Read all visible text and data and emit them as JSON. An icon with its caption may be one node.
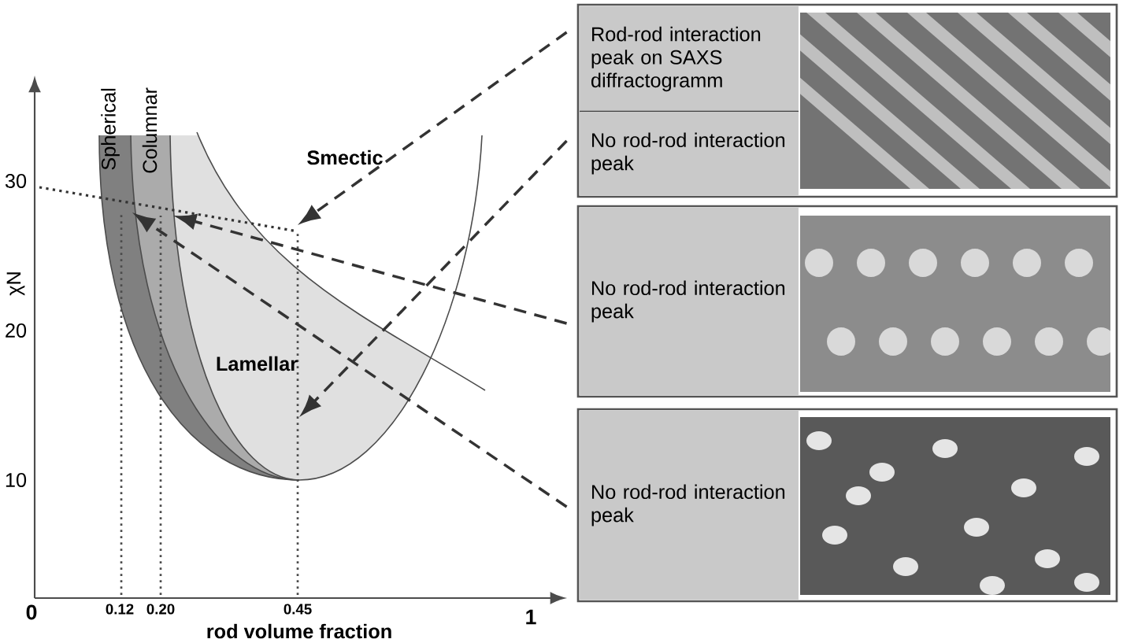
{
  "diagram": {
    "nodes": [
      {
        "text": [
          "Rod-rod interaction peak on SAXS diffractogramm"
        ]
      },
      {
        "text": [
          "No rod-rod interaction peak"
        ]
      },
      {
        "text": [
          "No rod-rod interaction peak"
        ]
      },
      {
        "text": [
          "No rod-rod interaction peak"
        ]
      }
    ],
    "edges": [
      {
        "from": 0,
        "to": null,
        "arrow": "to",
        "style": "dashed"
      },
      {
        "from": 1,
        "to": null,
        "arrow": "to",
        "style": "dashed"
      },
      {
        "from": 2,
        "to": null,
        "arrow": "to",
        "style": "dashed"
      },
      {
        "from": 3,
        "to": null,
        "arrow": "to",
        "style": "dashed"
      }
    ],
    "labels": [
      "Spherical",
      "Columnar",
      "Smectic",
      "30",
      "χN",
      "20",
      "Lamellar",
      "10",
      "0",
      "0.12",
      "0.20",
      "0.45",
      "1",
      "rod volume fraction"
    ]
  }
}
